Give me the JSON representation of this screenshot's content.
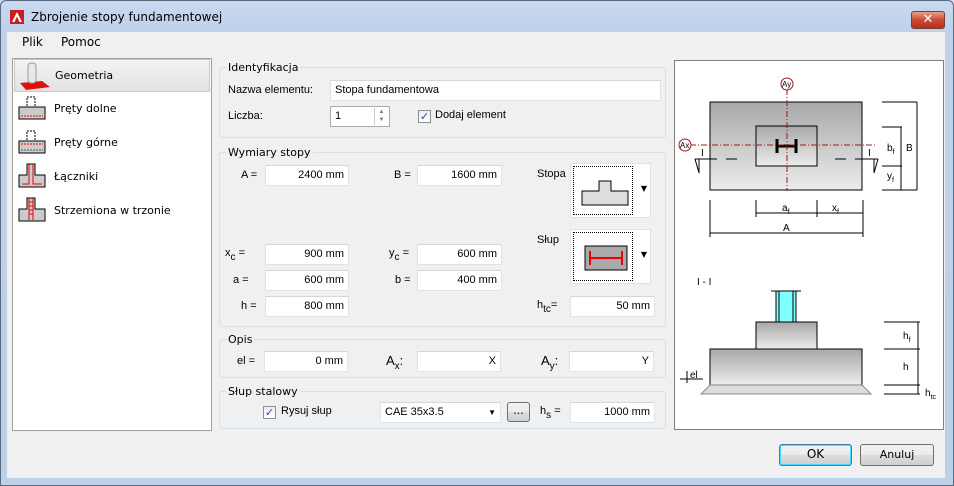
{
  "window": {
    "title": "Zbrojenie stopy fundamentowej",
    "close_label": "✕"
  },
  "menu": {
    "file": "Plik",
    "help": "Pomoc"
  },
  "nav": {
    "items": [
      {
        "label": "Geometria",
        "selected": true
      },
      {
        "label": "Pręty dolne"
      },
      {
        "label": "Pręty górne"
      },
      {
        "label": "Łączniki"
      },
      {
        "label": "Strzemiona w trzonie"
      }
    ]
  },
  "identification": {
    "title": "Identyfikacja",
    "name_label": "Nazwa elementu:",
    "name_value": "Stopa fundamentowa",
    "count_label": "Liczba:",
    "count_value": "1",
    "add_label": "Dodaj element",
    "add_checked": true
  },
  "dimensions": {
    "title": "Wymiary stopy",
    "A_label": "A =",
    "A_value": "2400 mm",
    "B_label": "B =",
    "B_value": "1600 mm",
    "xc_label": "x",
    "xc_sub": "c",
    "xc_eq": "=",
    "xc_value": "900 mm",
    "yc_label": "y",
    "yc_sub": "c",
    "yc_eq": "=",
    "yc_value": "600 mm",
    "a_label": "a =",
    "a_value": "600 mm",
    "b_label": "b =",
    "b_value": "400 mm",
    "h_label": "h =",
    "h_value": "800 mm",
    "htc_label": "h",
    "htc_sub": "tc",
    "htc_eq": "=",
    "htc_value": "50 mm",
    "stopa_label": "Stopa",
    "slup_label": "Słup"
  },
  "description": {
    "title": "Opis",
    "el_label": "el =",
    "el_value": "0 mm",
    "ax_label": "A",
    "ax_sub": "x",
    "ax_colon": ":",
    "ax_value": "X",
    "ay_label": "A",
    "ay_sub": "y",
    "ay_colon": ":",
    "ay_value": "Y"
  },
  "steel_column": {
    "title": "Słup stalowy",
    "draw_label": "Rysuj słup",
    "draw_checked": true,
    "profile": "CAE 35x3.5",
    "browse_label": "...",
    "hs_label": "h",
    "hs_sub": "s",
    "hs_eq": "=",
    "hs_value": "1000 mm"
  },
  "buttons": {
    "ok": "OK",
    "cancel": "Anuluj"
  },
  "drawing": {
    "ay": "Ay",
    "ax": "Ax",
    "section_mark": "I",
    "af": "a",
    "af_sub": "f",
    "xf": "x",
    "xf_sub": "f",
    "A": "A",
    "B": "B",
    "bf": "b",
    "bf_sub": "f",
    "yf": "y",
    "yf_sub": "f",
    "section_title": "I - I",
    "hf": "h",
    "hf_sub": "f",
    "h": "h",
    "htc": "h",
    "htc_sub": "tc",
    "el": "el"
  },
  "colors": {
    "accent_red": "#e00000",
    "axis": "#a01818",
    "column_fill": "#80ffff"
  }
}
